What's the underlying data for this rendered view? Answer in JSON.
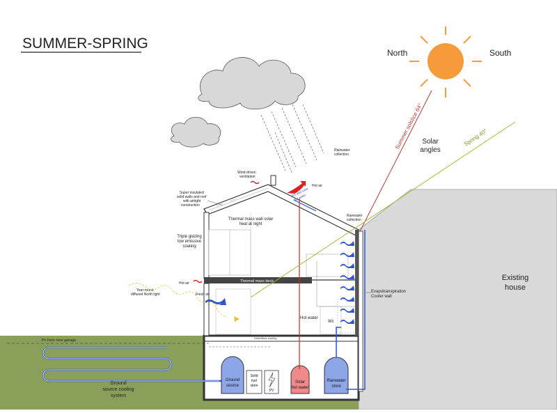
{
  "title": "SUMMER-SPRING",
  "compass": {
    "north": "North",
    "south": "South"
  },
  "solar": {
    "summer_line": "Summer solstice 64°",
    "spring_line": "Spring 40°",
    "angles_line1": "Solar",
    "angles_line2": "angles"
  },
  "labels": {
    "rainwater_collection_1": "Rainwater",
    "rainwater_collection_2": "collection",
    "wind_ventilation_1": "Wind-driven",
    "wind_ventilation_2": "ventilation",
    "hot_air_top": "Hot air",
    "pv_text_1": "PV and solar",
    "pv_text_2": "hot water",
    "insulated_1": "Super insulated",
    "insulated_2": "solid walls and roof",
    "insulated_3": "with airtight",
    "insulated_4": "construction",
    "thermal_wall_1": "Thermal mass wall solar",
    "thermal_wall_2": "heat at night",
    "rainwater_roof_1": "Rainwater",
    "rainwater_roof_2": "collection",
    "glazing_1": "Triple glazing",
    "glazing_2": "low emissive",
    "glazing_3": "coating",
    "hot_air_left": "Hot air",
    "thermal_deck": "Thermal mass deck",
    "north_light_1": "Year-round",
    "north_light_2": "diffused North light",
    "fresh_air": "Fresh air",
    "evapo_1": "Evapotranspiration",
    "evapo_2": "Cooler wall",
    "hot_water": "Hot water",
    "wc": "Wc",
    "existing_1": "Existing",
    "existing_2": "house",
    "pv_garage": "Pv from new garage",
    "underfloor": "Underfloor cooling",
    "ground_cooling_1": "Ground",
    "ground_cooling_2": "source cooling",
    "ground_cooling_3": "system"
  },
  "tanks": {
    "ground_1": "Ground",
    "ground_2": "source",
    "solid_1": "Solid",
    "solid_2": "fuel",
    "solid_3": "store",
    "pv": "PV",
    "solar_1": "Solar",
    "solar_2": "hot water",
    "rain_1": "Rainwater",
    "rain_2": "store"
  },
  "colors": {
    "sun": "#f59b3c",
    "summer_line": "#b83a3a",
    "spring_line": "#9bbf3a",
    "ground": "#8aa05a",
    "existing_house": "#d9d9d9",
    "blue": "#2f55c9",
    "red": "#e02020",
    "tank_blue": "#8ca6e8",
    "tank_red": "#f08a8a"
  }
}
